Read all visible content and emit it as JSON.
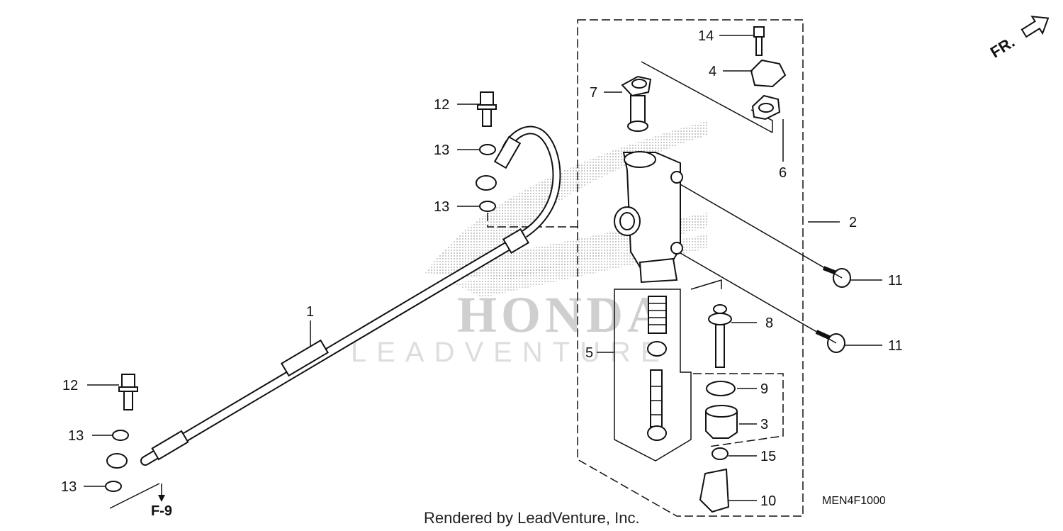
{
  "watermark": {
    "brand": "HONDA",
    "vendor": "LEADVENTURE"
  },
  "direction_marker": {
    "label": "FR."
  },
  "section_reference": {
    "label": "F-9"
  },
  "diagram_code": "MEN4F1000",
  "credit": "Rendered by LeadVenture, Inc.",
  "callouts": [
    {
      "id": "hose",
      "label": "1"
    },
    {
      "id": "master-cylinder",
      "label": "2"
    },
    {
      "id": "reservoir-cup",
      "label": "3"
    },
    {
      "id": "reservoir-cap",
      "label": "4"
    },
    {
      "id": "piston-set",
      "label": "5"
    },
    {
      "id": "diaphragm",
      "label": "6"
    },
    {
      "id": "hose-joint",
      "label": "7"
    },
    {
      "id": "push-rod",
      "label": "8"
    },
    {
      "id": "circlip",
      "label": "9"
    },
    {
      "id": "joint-clevis",
      "label": "10"
    },
    {
      "id": "bolt-upper",
      "label": "11"
    },
    {
      "id": "bolt-lower",
      "label": "11"
    },
    {
      "id": "oil-bolt-upper",
      "label": "12"
    },
    {
      "id": "oil-bolt-lower",
      "label": "12"
    },
    {
      "id": "washer-1",
      "label": "13"
    },
    {
      "id": "washer-2",
      "label": "13"
    },
    {
      "id": "washer-3",
      "label": "13"
    },
    {
      "id": "washer-4",
      "label": "13"
    },
    {
      "id": "screw",
      "label": "14"
    },
    {
      "id": "nut",
      "label": "15"
    }
  ]
}
